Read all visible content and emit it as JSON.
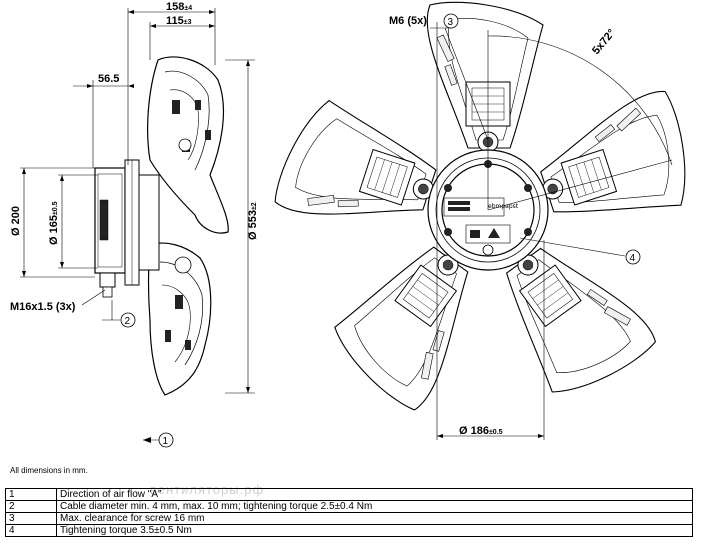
{
  "dimensions": {
    "width_158": "158",
    "width_158_tol": "±4",
    "width_115": "115",
    "width_115_tol": "±3",
    "offset_56": "56.5",
    "dia_200": "Ø 200",
    "dia_165": "Ø 165",
    "dia_165_tol": "±0.5",
    "dia_553": "Ø 553",
    "dia_553_tol": "±2",
    "thread": "M16x1.5 (3x)",
    "screw": "M6 (5x)",
    "angle": "5x72°",
    "dia_186": "Ø 186",
    "dia_186_tol": "±0.5"
  },
  "callouts": {
    "c1": "1",
    "c2": "2",
    "c3": "3",
    "c4": "4"
  },
  "note": "All dimensions in mm.",
  "watermark": "вентиляторы.рф",
  "legend": [
    {
      "num": "1",
      "text": "Direction of air flow \"A\""
    },
    {
      "num": "2",
      "text": "Cable diameter min. 4 mm, max. 10 mm; tightening torque 2.5±0.4 Nm"
    },
    {
      "num": "3",
      "text": "Max. clearance for screw 16 mm"
    },
    {
      "num": "4",
      "text": "Tightening torque 3.5±0.5 Nm"
    }
  ]
}
